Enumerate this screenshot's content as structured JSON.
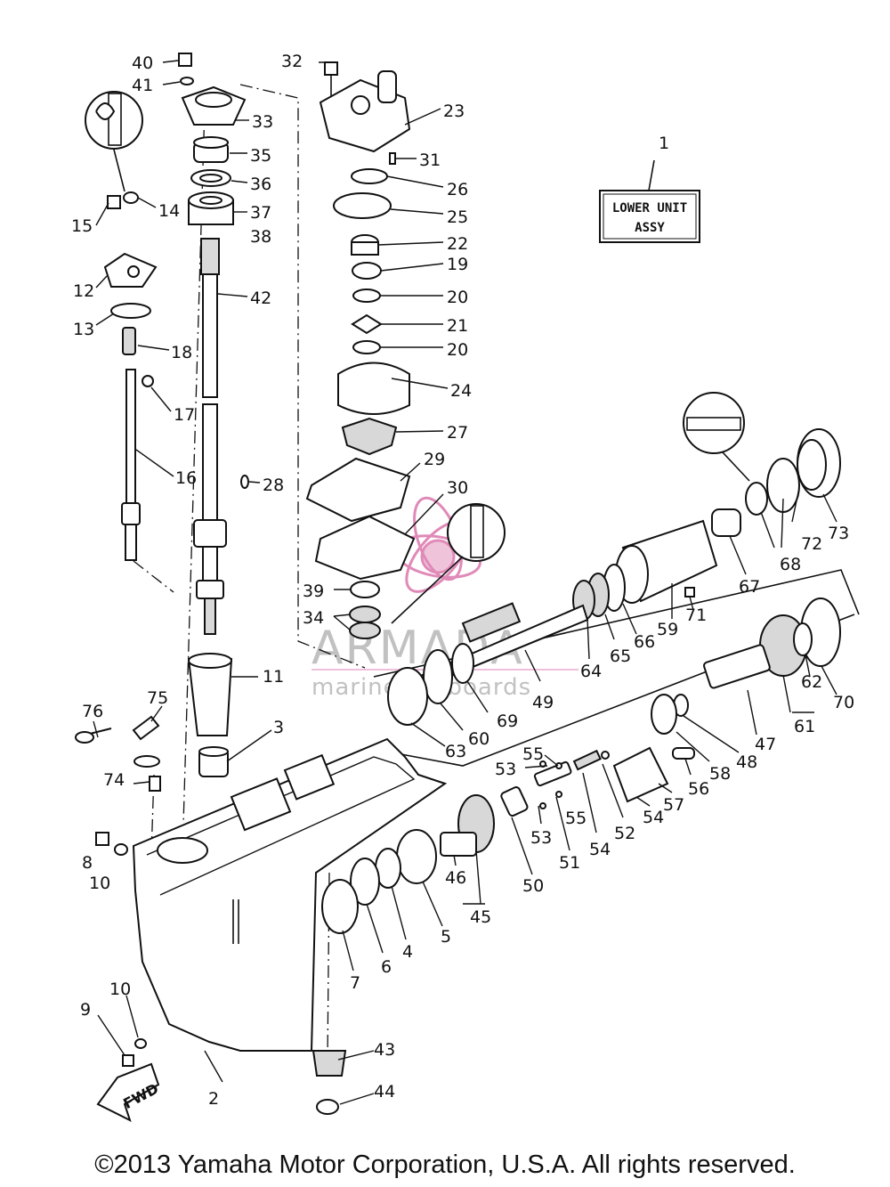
{
  "lower_unit_box": {
    "line1": "LOWER UNIT",
    "line2": "ASSY"
  },
  "fwd_label": "FWD",
  "watermark": {
    "brand": "ARMADA",
    "tagline": "marine outboards",
    "accent_color": "#e08ab8"
  },
  "copyright": "©2013 Yamaha Motor Corporation, U.S.A. All rights reserved.",
  "part_numbers": [
    "1",
    "2",
    "3",
    "4",
    "5",
    "6",
    "7",
    "8",
    "9",
    "10",
    "11",
    "12",
    "13",
    "14",
    "15",
    "16",
    "17",
    "18",
    "19",
    "20",
    "21",
    "22",
    "23",
    "24",
    "25",
    "26",
    "27",
    "28",
    "29",
    "30",
    "31",
    "32",
    "33",
    "34",
    "35",
    "36",
    "37",
    "38",
    "39",
    "40",
    "41",
    "42",
    "43",
    "44",
    "45",
    "46",
    "47",
    "48",
    "49",
    "50",
    "51",
    "52",
    "53",
    "54",
    "55",
    "56",
    "57",
    "58",
    "59",
    "60",
    "61",
    "62",
    "63",
    "64",
    "65",
    "66",
    "67",
    "68",
    "69",
    "70",
    "71",
    "72",
    "73",
    "74",
    "75",
    "76"
  ],
  "labels": [
    {
      "id": "p1",
      "text": "1"
    },
    {
      "id": "p2",
      "text": "2"
    },
    {
      "id": "p3",
      "text": "3"
    },
    {
      "id": "p4",
      "text": "4"
    },
    {
      "id": "p5",
      "text": "5"
    },
    {
      "id": "p6",
      "text": "6"
    },
    {
      "id": "p7",
      "text": "7"
    },
    {
      "id": "p8",
      "text": "8"
    },
    {
      "id": "p9",
      "text": "9"
    },
    {
      "id": "p10a",
      "text": "10"
    },
    {
      "id": "p10b",
      "text": "10"
    },
    {
      "id": "p11",
      "text": "11"
    },
    {
      "id": "p12",
      "text": "12"
    },
    {
      "id": "p13",
      "text": "13"
    },
    {
      "id": "p14",
      "text": "14"
    },
    {
      "id": "p15",
      "text": "15"
    },
    {
      "id": "p16",
      "text": "16"
    },
    {
      "id": "p17",
      "text": "17"
    },
    {
      "id": "p18",
      "text": "18"
    },
    {
      "id": "p19",
      "text": "19"
    },
    {
      "id": "p20a",
      "text": "20"
    },
    {
      "id": "p20b",
      "text": "20"
    },
    {
      "id": "p21",
      "text": "21"
    },
    {
      "id": "p22",
      "text": "22"
    },
    {
      "id": "p23",
      "text": "23"
    },
    {
      "id": "p24",
      "text": "24"
    },
    {
      "id": "p25",
      "text": "25"
    },
    {
      "id": "p26",
      "text": "26"
    },
    {
      "id": "p27",
      "text": "27"
    },
    {
      "id": "p28",
      "text": "28"
    },
    {
      "id": "p29",
      "text": "29"
    },
    {
      "id": "p30",
      "text": "30"
    },
    {
      "id": "p31",
      "text": "31"
    },
    {
      "id": "p32",
      "text": "32"
    },
    {
      "id": "p33",
      "text": "33"
    },
    {
      "id": "p34",
      "text": "34"
    },
    {
      "id": "p35",
      "text": "35"
    },
    {
      "id": "p36",
      "text": "36"
    },
    {
      "id": "p37",
      "text": "37"
    },
    {
      "id": "p38",
      "text": "38"
    },
    {
      "id": "p39",
      "text": "39"
    },
    {
      "id": "p40",
      "text": "40"
    },
    {
      "id": "p41",
      "text": "41"
    },
    {
      "id": "p42",
      "text": "42"
    },
    {
      "id": "p43",
      "text": "43"
    },
    {
      "id": "p44",
      "text": "44"
    },
    {
      "id": "p45",
      "text": "45"
    },
    {
      "id": "p46",
      "text": "46"
    },
    {
      "id": "p47",
      "text": "47"
    },
    {
      "id": "p48",
      "text": "48"
    },
    {
      "id": "p49",
      "text": "49"
    },
    {
      "id": "p50",
      "text": "50"
    },
    {
      "id": "p51",
      "text": "51"
    },
    {
      "id": "p52",
      "text": "52"
    },
    {
      "id": "p53a",
      "text": "53"
    },
    {
      "id": "p53b",
      "text": "53"
    },
    {
      "id": "p54a",
      "text": "54"
    },
    {
      "id": "p54b",
      "text": "54"
    },
    {
      "id": "p55a",
      "text": "55"
    },
    {
      "id": "p55b",
      "text": "55"
    },
    {
      "id": "p56",
      "text": "56"
    },
    {
      "id": "p57",
      "text": "57"
    },
    {
      "id": "p58",
      "text": "58"
    },
    {
      "id": "p59",
      "text": "59"
    },
    {
      "id": "p60",
      "text": "60"
    },
    {
      "id": "p61",
      "text": "61"
    },
    {
      "id": "p62",
      "text": "62"
    },
    {
      "id": "p63",
      "text": "63"
    },
    {
      "id": "p64",
      "text": "64"
    },
    {
      "id": "p65",
      "text": "65"
    },
    {
      "id": "p66",
      "text": "66"
    },
    {
      "id": "p67",
      "text": "67"
    },
    {
      "id": "p68",
      "text": "68"
    },
    {
      "id": "p69",
      "text": "69"
    },
    {
      "id": "p70",
      "text": "70"
    },
    {
      "id": "p71",
      "text": "71"
    },
    {
      "id": "p72",
      "text": "72"
    },
    {
      "id": "p73",
      "text": "73"
    },
    {
      "id": "p74",
      "text": "74"
    },
    {
      "id": "p75",
      "text": "75"
    },
    {
      "id": "p76",
      "text": "76"
    }
  ]
}
